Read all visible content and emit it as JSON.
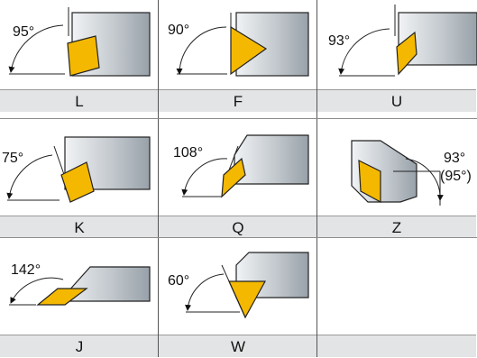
{
  "cells": [
    {
      "code": "L",
      "angles": [
        "95°"
      ]
    },
    {
      "code": "F",
      "angles": [
        "90°"
      ]
    },
    {
      "code": "U",
      "angles": [
        "93°"
      ]
    },
    {
      "code": "K",
      "angles": [
        "75°"
      ]
    },
    {
      "code": "Q",
      "angles": [
        "108°"
      ]
    },
    {
      "code": "Z",
      "angles": [
        "93°",
        "(95°)"
      ]
    },
    {
      "code": "J",
      "angles": [
        "142°"
      ]
    },
    {
      "code": "W",
      "angles": [
        "60°"
      ]
    }
  ],
  "colors": {
    "insert": "#f4b800",
    "holder_light": "#eef0f2",
    "holder_dark": "#9aa3ab",
    "label_bar": "#e3e4e5"
  }
}
